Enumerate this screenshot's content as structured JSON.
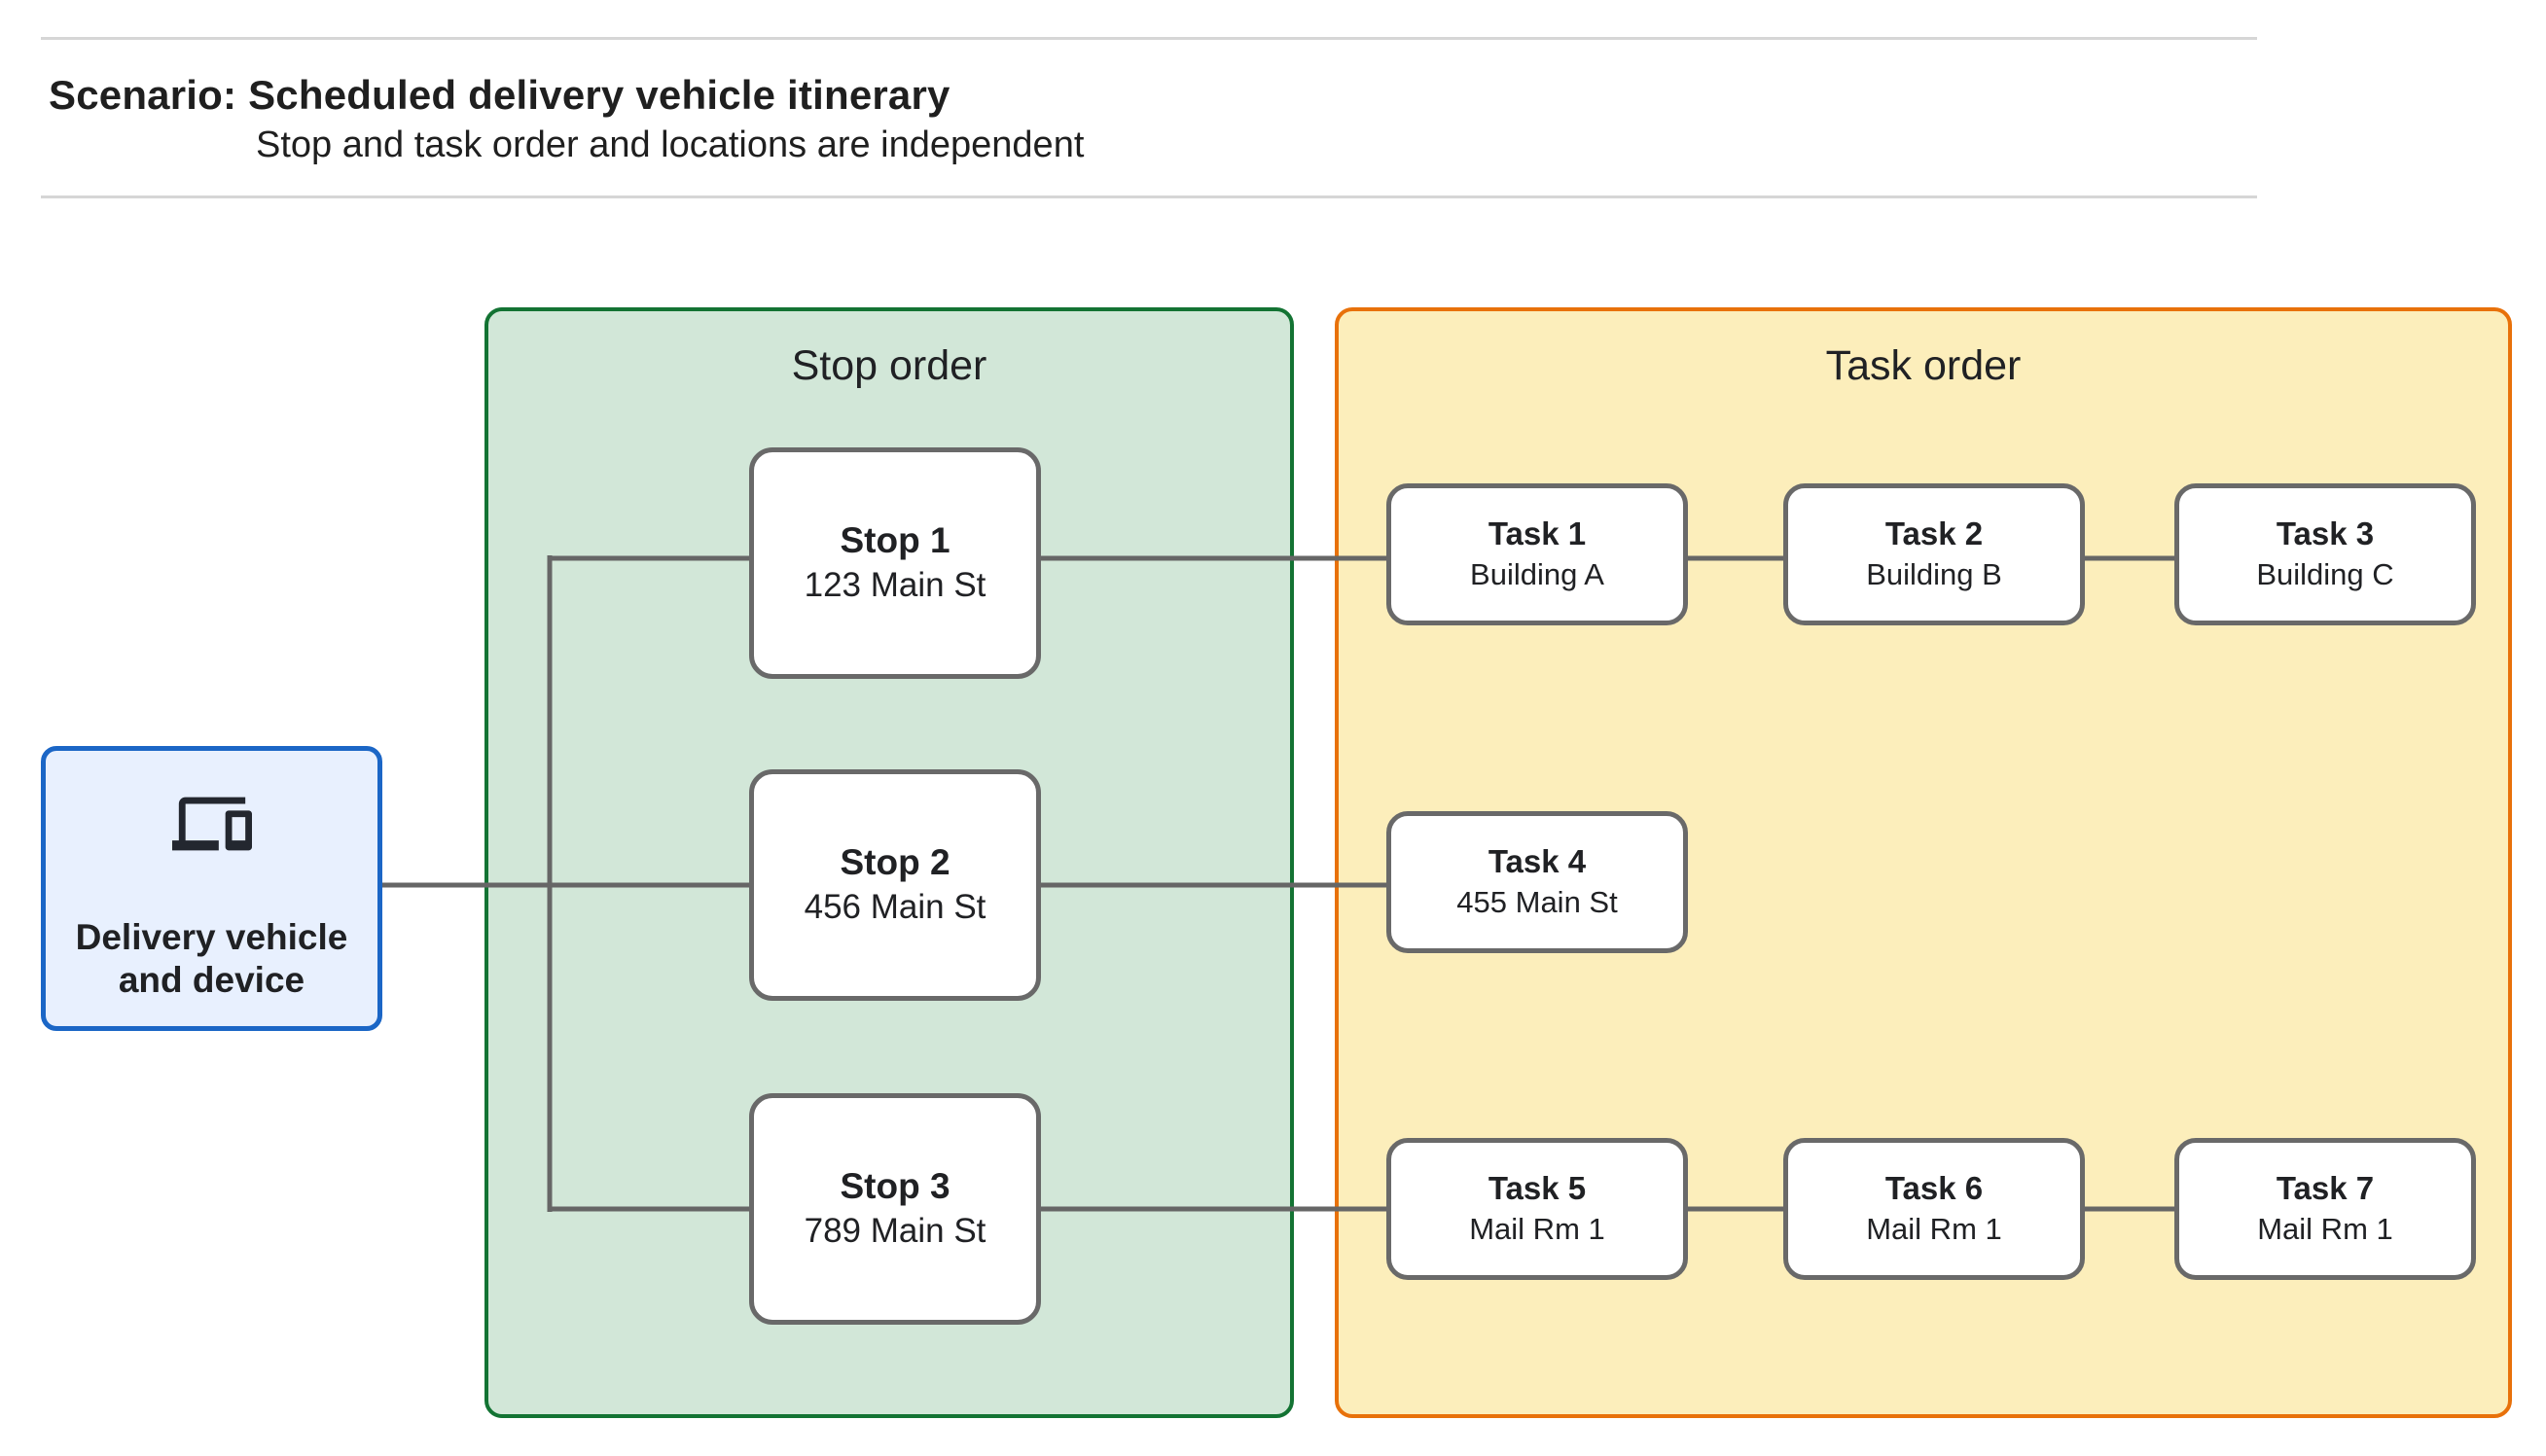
{
  "header": {
    "title": "Scenario: Scheduled delivery vehicle itinerary",
    "subtitle": "Stop and task order and locations are independent"
  },
  "device_box": {
    "icon": "laptop-and-phone-devices-icon",
    "label_line1": "Delivery vehicle",
    "label_line2": "and device"
  },
  "stop_panel": {
    "title": "Stop order",
    "stops": [
      {
        "name": "Stop 1",
        "location": "123 Main St"
      },
      {
        "name": "Stop 2",
        "location": "456 Main St"
      },
      {
        "name": "Stop 3",
        "location": "789 Main St"
      }
    ]
  },
  "task_panel": {
    "title": "Task order",
    "tasks": [
      {
        "name": "Task 1",
        "location": "Building A"
      },
      {
        "name": "Task 2",
        "location": "Building B"
      },
      {
        "name": "Task 3",
        "location": "Building C"
      },
      {
        "name": "Task 4",
        "location": "455 Main St"
      },
      {
        "name": "Task 5",
        "location": "Mail Rm 1"
      },
      {
        "name": "Task 6",
        "location": "Mail Rm 1"
      },
      {
        "name": "Task 7",
        "location": "Mail Rm 1"
      }
    ]
  },
  "edges": [
    {
      "from": "delivery-vehicle",
      "to": "stop-1"
    },
    {
      "from": "delivery-vehicle",
      "to": "stop-2"
    },
    {
      "from": "delivery-vehicle",
      "to": "stop-3"
    },
    {
      "from": "stop-1",
      "to": "task-1"
    },
    {
      "from": "task-1",
      "to": "task-2"
    },
    {
      "from": "task-2",
      "to": "task-3"
    },
    {
      "from": "stop-2",
      "to": "task-4"
    },
    {
      "from": "stop-3",
      "to": "task-5"
    },
    {
      "from": "task-5",
      "to": "task-6"
    },
    {
      "from": "task-6",
      "to": "task-7"
    }
  ],
  "colors": {
    "green-fill": "#d2e7d8",
    "green-border": "#137333",
    "yellow-fill": "#fceebb",
    "orange-border": "#e8710a",
    "blue-fill": "#e8f0fe",
    "blue-border": "#1b66c6",
    "connector": "#666666",
    "node-border": "#696969",
    "rule": "#d6d6d6",
    "text": "#1f1f1f"
  }
}
